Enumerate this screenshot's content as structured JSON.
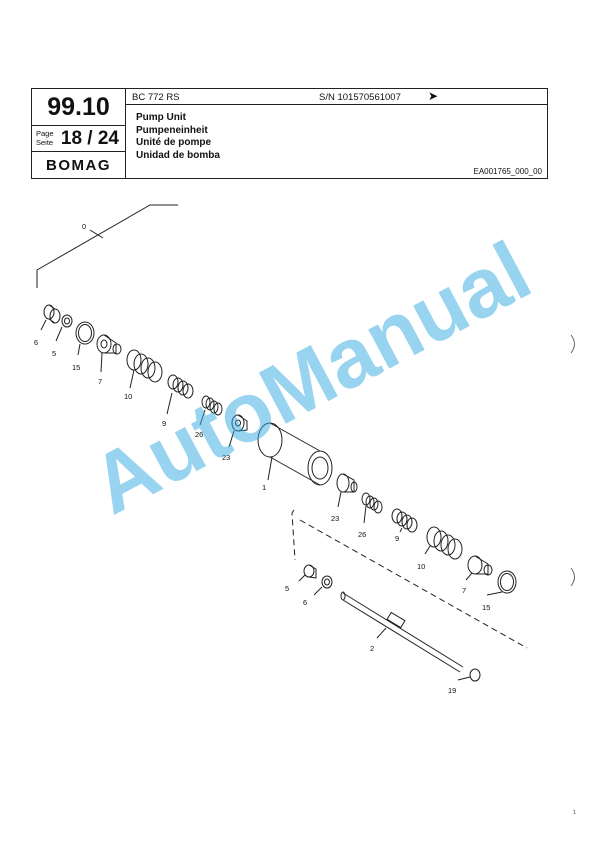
{
  "header": {
    "section": "99.10",
    "page_label_1": "Page",
    "page_label_2": "Seite",
    "page_number": "18 / 24",
    "brand": "BOMAG",
    "model": "BC 772 RS",
    "serial": "S/N 101570561007",
    "arrow": "➤",
    "titles": [
      "Pump Unit",
      "Pumpeneinheit",
      "Unité de pompe",
      "Unidad de bomba"
    ],
    "drawing_code": "EA001765_000_00"
  },
  "drawing": {
    "labels": [
      "0",
      "6",
      "5",
      "15",
      "7",
      "10",
      "9",
      "26",
      "23",
      "1",
      "23",
      "26",
      "9",
      "10",
      "7",
      "15",
      "5",
      "6",
      "2",
      "19"
    ]
  },
  "watermark": "AutoManual",
  "footer_mark": "¹"
}
